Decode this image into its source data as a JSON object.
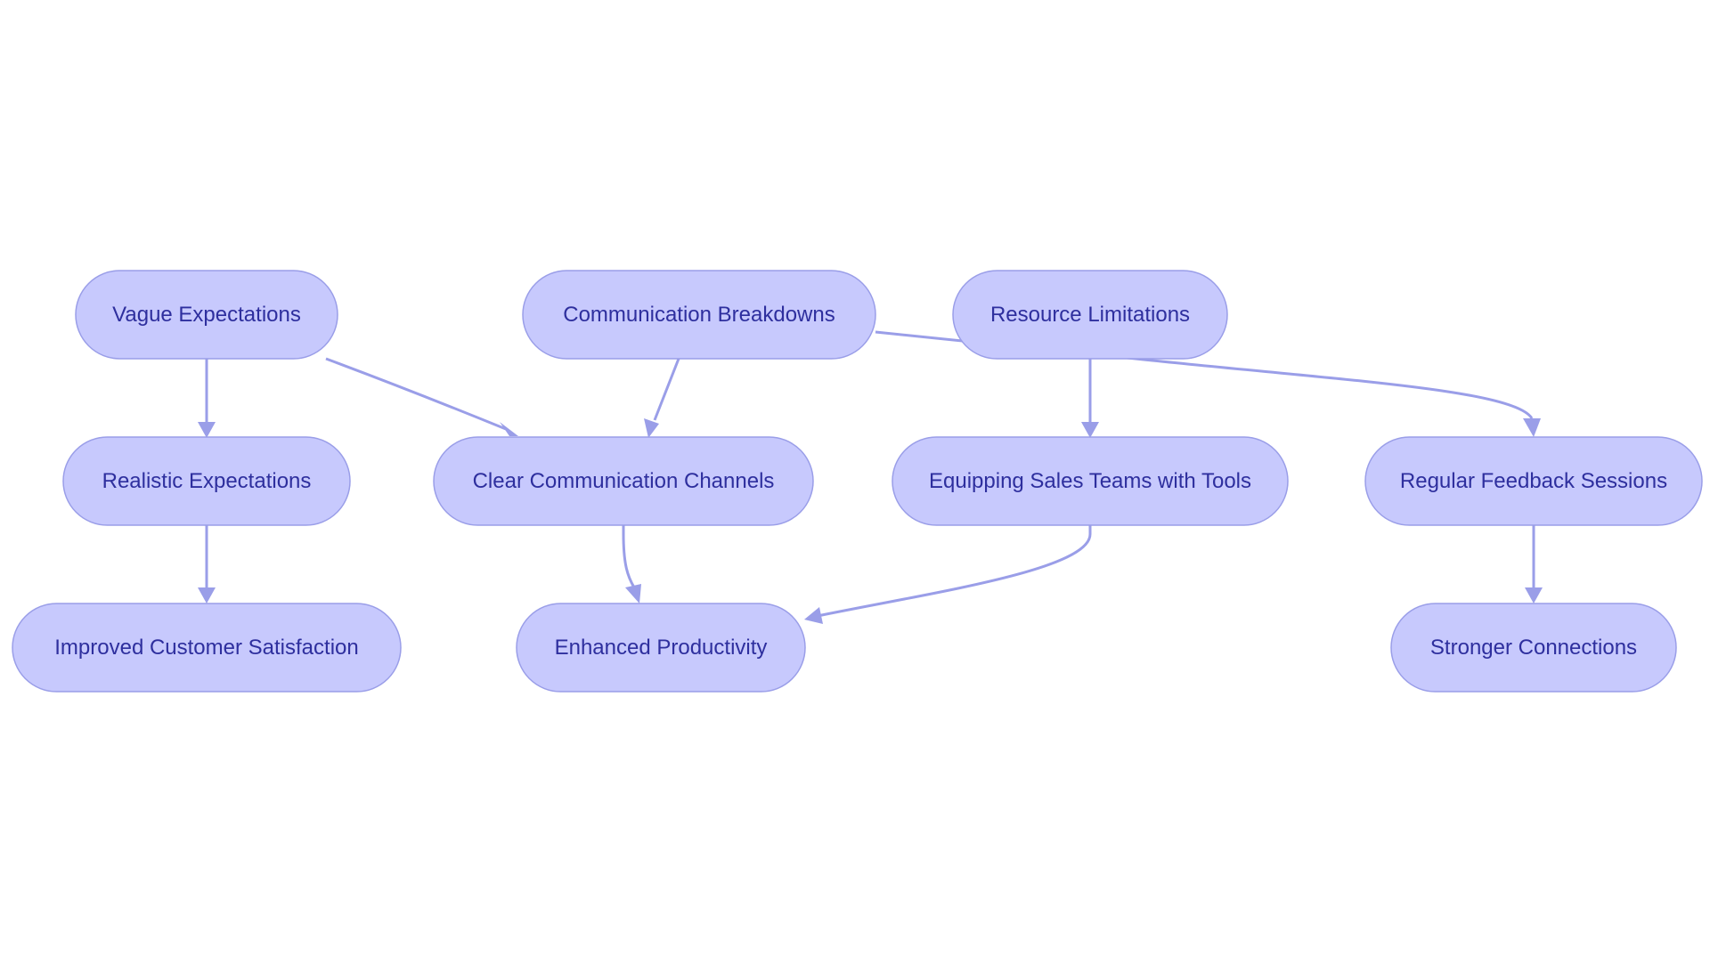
{
  "diagram": {
    "type": "flowchart",
    "colors": {
      "node_fill": "#c7c9fd",
      "node_border": "#9a9ee8",
      "node_text": "#2e2f9e",
      "edge": "#9a9ee8",
      "background": "#ffffff"
    },
    "nodes": {
      "vague": {
        "label": "Vague Expectations"
      },
      "communication": {
        "label": "Communication Breakdowns"
      },
      "resource": {
        "label": "Resource Limitations"
      },
      "realistic": {
        "label": "Realistic Expectations"
      },
      "clear": {
        "label": "Clear Communication Channels"
      },
      "equipping": {
        "label": "Equipping Sales Teams with Tools"
      },
      "feedback": {
        "label": "Regular Feedback Sessions"
      },
      "improved": {
        "label": "Improved Customer Satisfaction"
      },
      "enhanced": {
        "label": "Enhanced Productivity"
      },
      "stronger": {
        "label": "Stronger Connections"
      }
    },
    "edges": [
      {
        "from": "vague",
        "to": "realistic"
      },
      {
        "from": "vague",
        "to": "clear"
      },
      {
        "from": "communication",
        "to": "clear"
      },
      {
        "from": "communication",
        "to": "feedback"
      },
      {
        "from": "resource",
        "to": "equipping"
      },
      {
        "from": "realistic",
        "to": "improved"
      },
      {
        "from": "clear",
        "to": "enhanced"
      },
      {
        "from": "equipping",
        "to": "enhanced"
      },
      {
        "from": "feedback",
        "to": "stronger"
      }
    ]
  }
}
